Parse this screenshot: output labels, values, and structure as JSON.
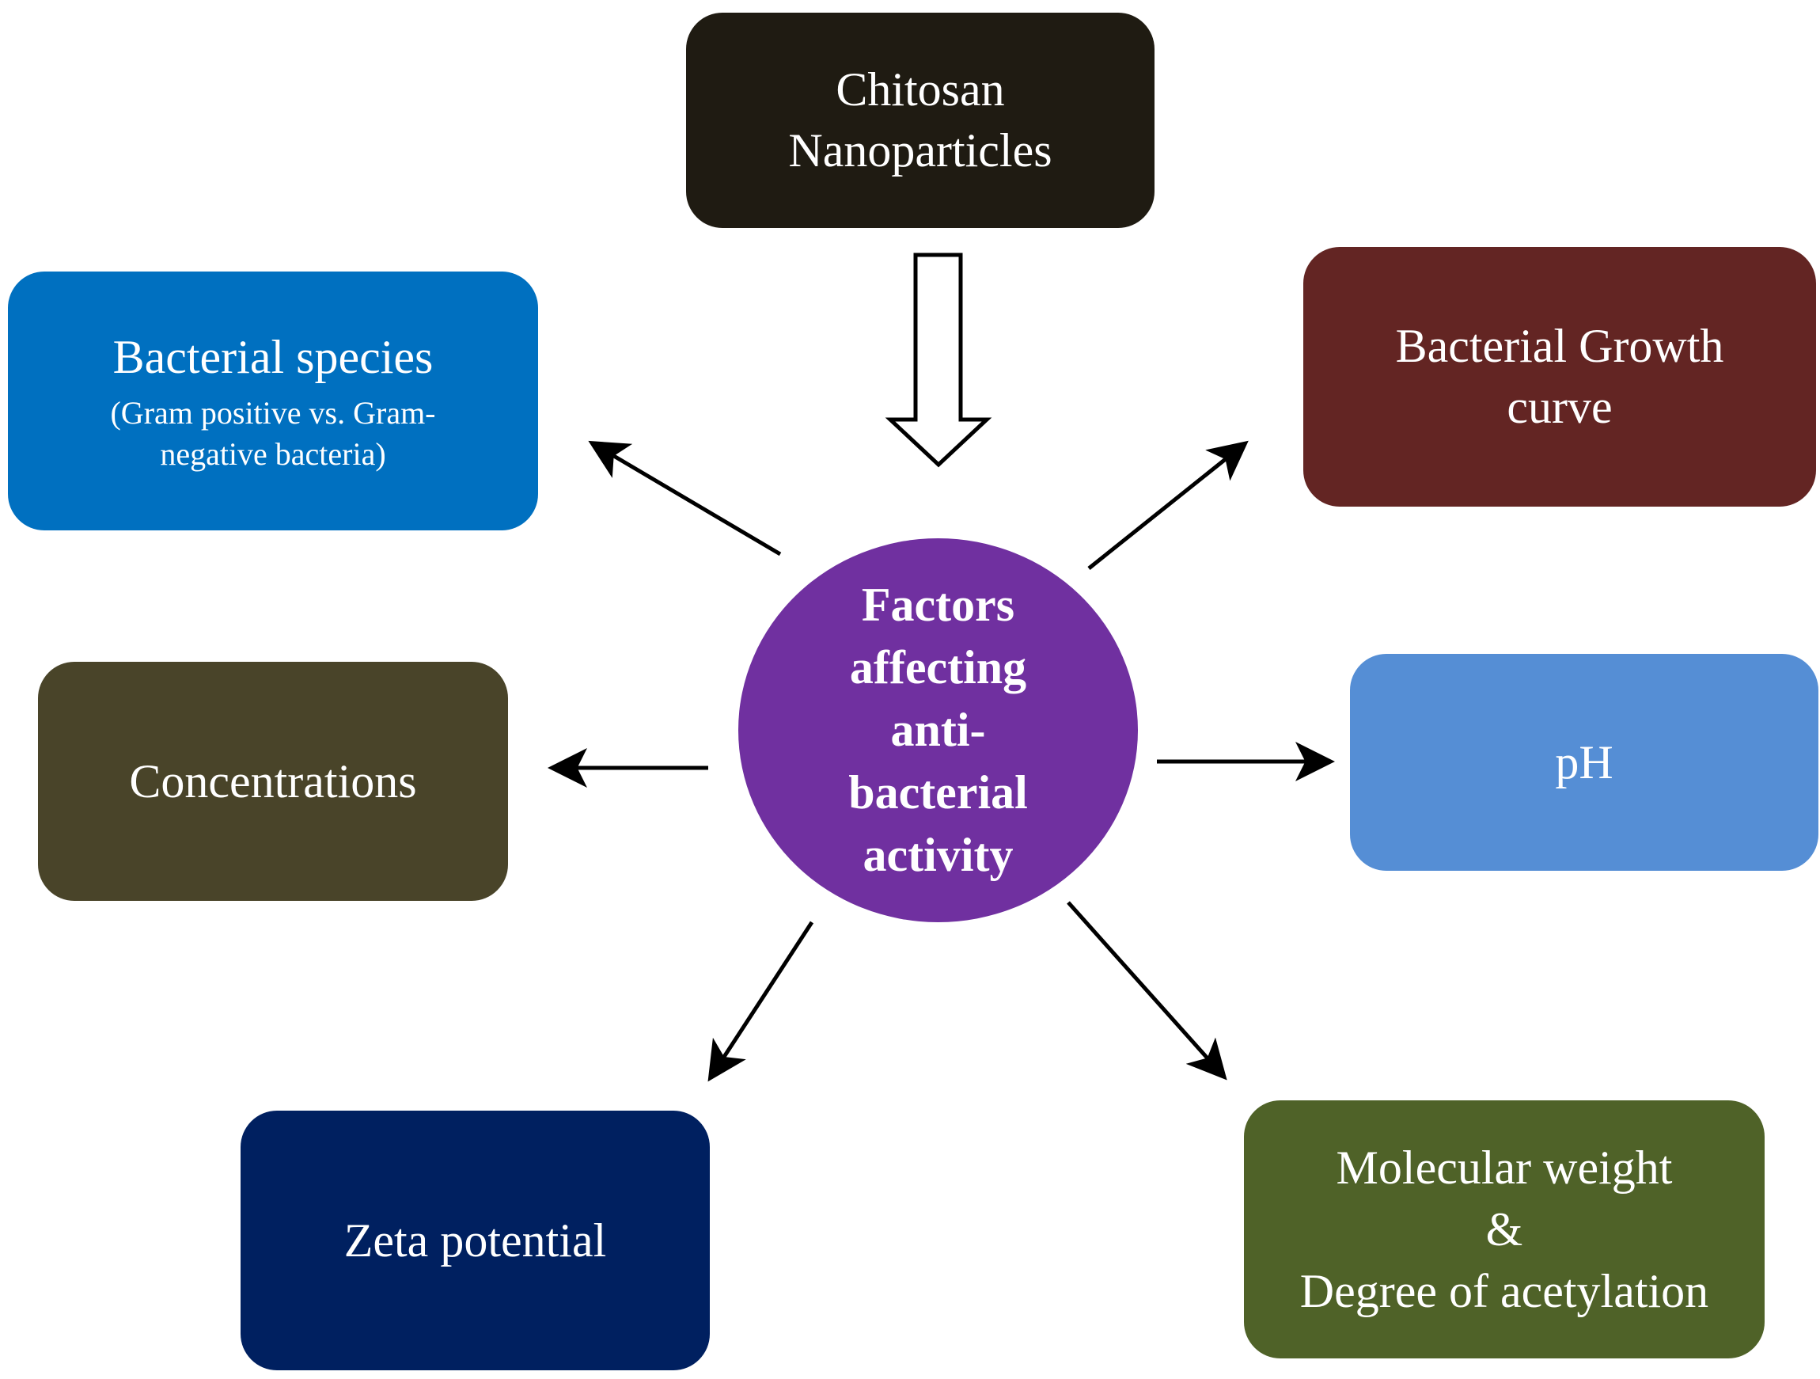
{
  "source": {
    "line1": "Chitosan",
    "line2": "Nanoparticles",
    "color": "#1f1b12"
  },
  "center": {
    "lines": [
      "Factors",
      "affecting",
      "anti-",
      "bacterial",
      "activity"
    ],
    "color": "#7030a0"
  },
  "factors": {
    "bacterial_species": {
      "title": "Bacterial species",
      "subtitle": "(Gram positive vs. Gram-negative bacteria)",
      "color": "#0070c0"
    },
    "growth_curve": {
      "line1": "Bacterial Growth",
      "line2": "curve",
      "color": "#632523"
    },
    "concentrations": {
      "label": "Concentrations",
      "color": "#494429"
    },
    "ph": {
      "label": "pH",
      "color": "#558ed5"
    },
    "zeta_potential": {
      "label": "Zeta potential",
      "color": "#002060"
    },
    "molecular_weight": {
      "line1": "Molecular weight",
      "line2": "&",
      "line3": "Degree of acetylation",
      "color": "#4f6228"
    }
  },
  "arrow_color": "#000000"
}
